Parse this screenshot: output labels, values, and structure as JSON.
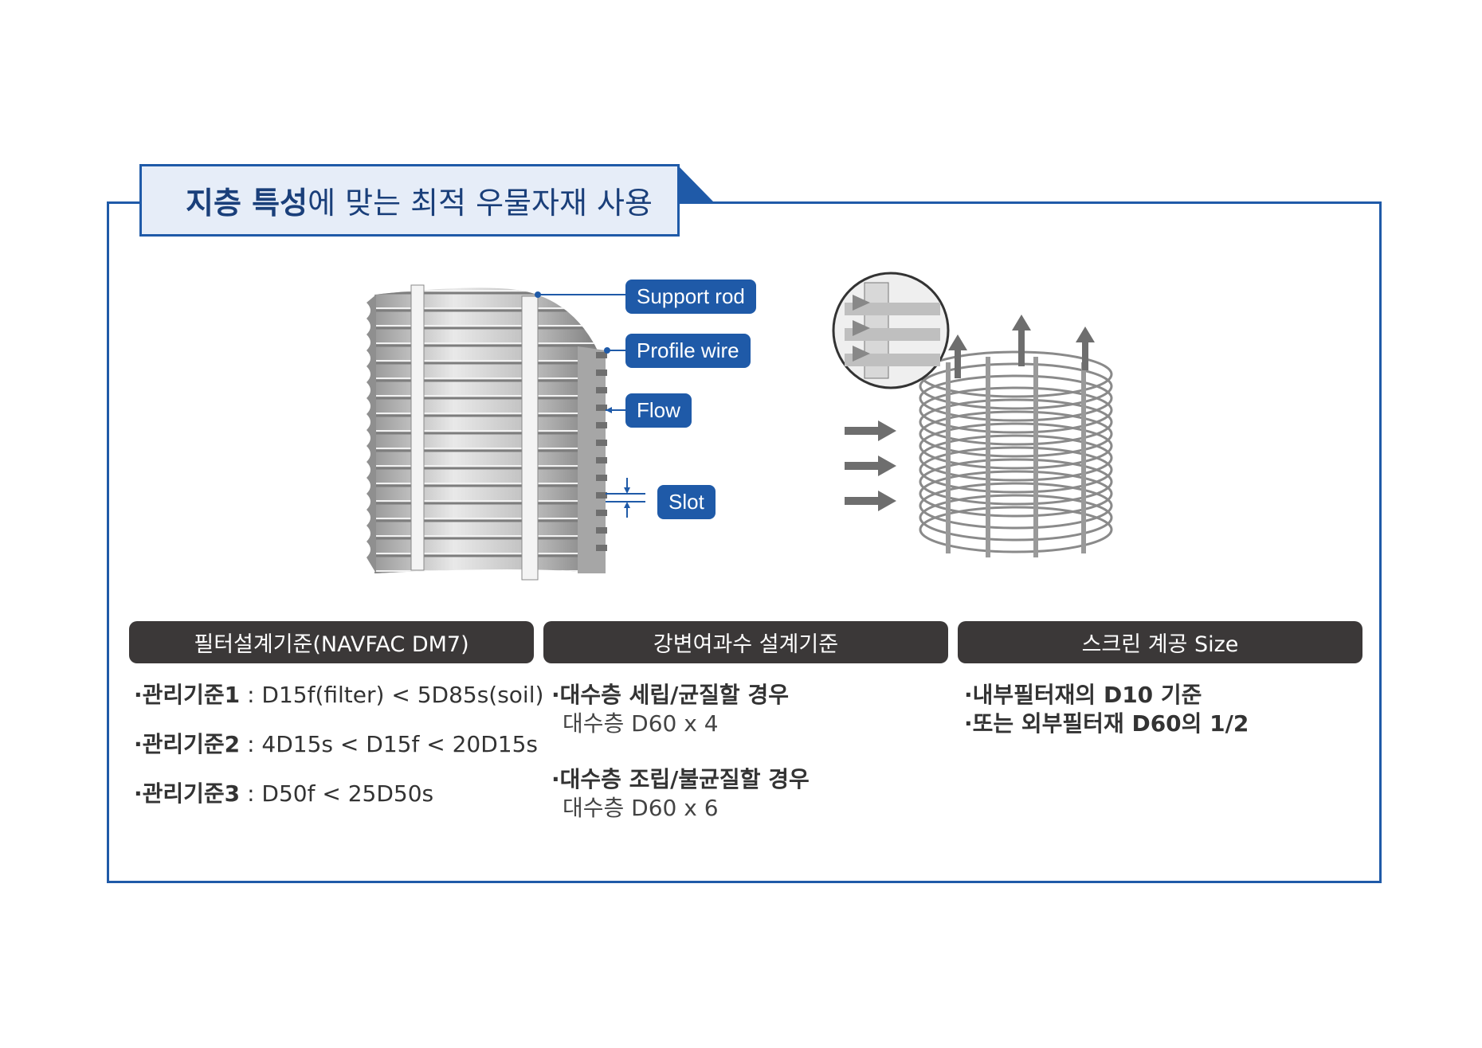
{
  "title": {
    "bold": "지층 특성",
    "rest": "에 맞는 최적 우물자재 사용"
  },
  "callouts": {
    "support_rod": "Support rod",
    "profile_wire": "Profile wire",
    "flow": "Flow",
    "slot": "Slot"
  },
  "columns": [
    {
      "header": "필터설계기준(NAVFAC DM7)",
      "items": [
        {
          "label": "·관리기준1",
          "sep": " : ",
          "value": "D15f(filter) < 5D85s(soil)"
        },
        {
          "label": "·관리기준2",
          "sep": " : ",
          "value": "4D15s < D15f < 20D15s"
        },
        {
          "label": "·관리기준3",
          "sep": " : ",
          "value": "D50f < 25D50s"
        }
      ]
    },
    {
      "header": "강변여과수 설계기준",
      "items": [
        {
          "label": "·대수층 세립/균질할 경우",
          "value": "대수층 D60 x 4"
        },
        {
          "label": "·대수층 조립/불균질할 경우",
          "value": "대수층 D60 x 6"
        }
      ]
    },
    {
      "header": "스크린 계공 Size",
      "items": [
        {
          "label": "·내부필터재의 D10 기준"
        },
        {
          "label": "·또는 외부필터재 D60의 1/2"
        }
      ]
    }
  ],
  "colors": {
    "accent": "#1f5aa8",
    "title_bg": "#e6edf8",
    "header_bg": "#3b3838"
  }
}
